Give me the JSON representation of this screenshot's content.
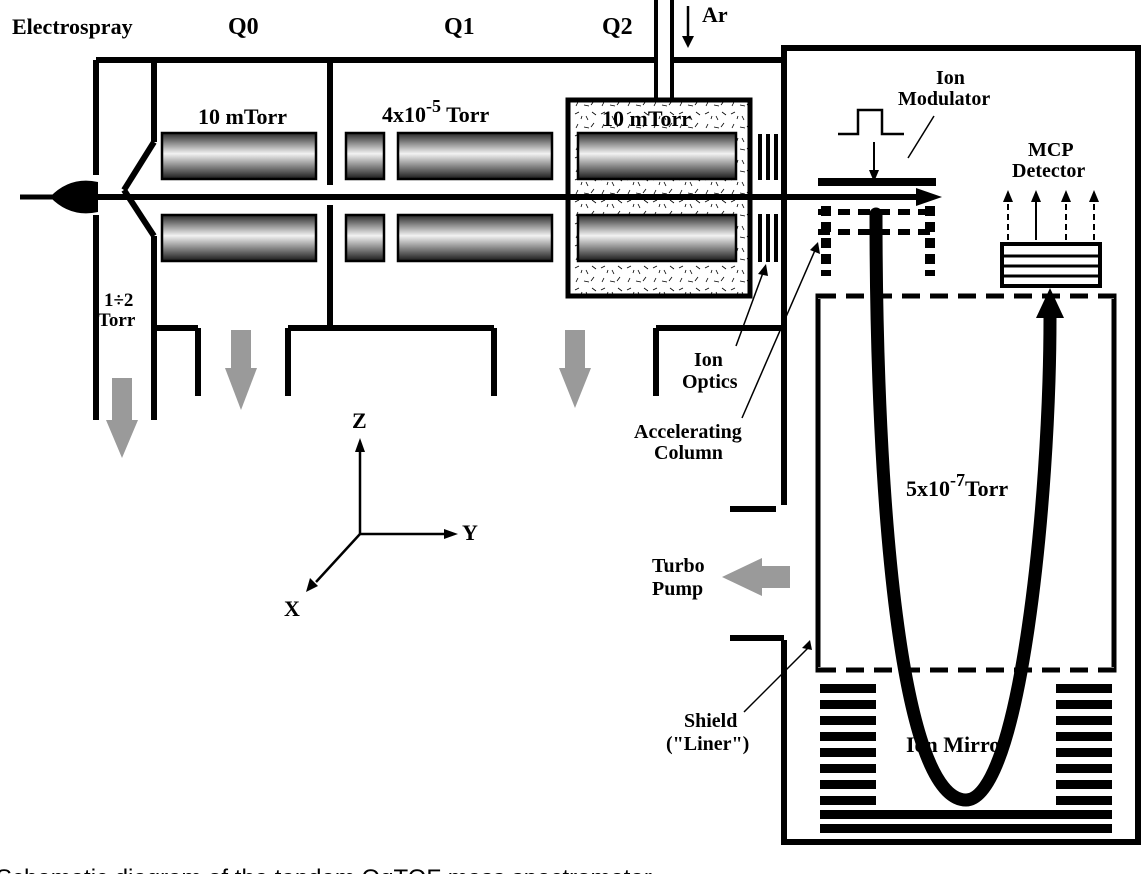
{
  "diagram": {
    "labels": {
      "electrospray": "Electrospray",
      "q0": "Q0",
      "q1": "Q1",
      "q2": "Q2",
      "ar": "Ar",
      "pressure_q0": "10 mTorr",
      "pressure_q1_base": "4x10",
      "pressure_q1_exp": "-5",
      "pressure_q1_unit": " Torr",
      "pressure_q2": "10 mTorr",
      "pressure_interface_1": "1÷2",
      "pressure_interface_2": "Torr",
      "ion_modulator_1": "Ion",
      "ion_modulator_2": "Modulator",
      "mcp_detector_1": "MCP",
      "mcp_detector_2": "Detector",
      "ion_optics_1": "Ion",
      "ion_optics_2": "Optics",
      "accelerating_column_1": "Accelerating",
      "accelerating_column_2": "Column",
      "tof_pressure_base": "5x10",
      "tof_pressure_exp": "-7",
      "tof_pressure_unit": "Torr",
      "turbo_pump_1": "Turbo",
      "turbo_pump_2": "Pump",
      "shield_1": "Shield",
      "shield_2": "(\"Liner\")",
      "ion_mirror": "Ion Mirror",
      "axis_z": "Z",
      "axis_y": "Y",
      "axis_x": "X"
    },
    "caption": "Schematic diagram of the tandem QqTOF mass spectrometer"
  },
  "colors": {
    "line": "#000000",
    "pump_arrow": "#9a9a9a",
    "rod_light": "#f2f2f2",
    "rod_dark": "#2a2a2a"
  }
}
